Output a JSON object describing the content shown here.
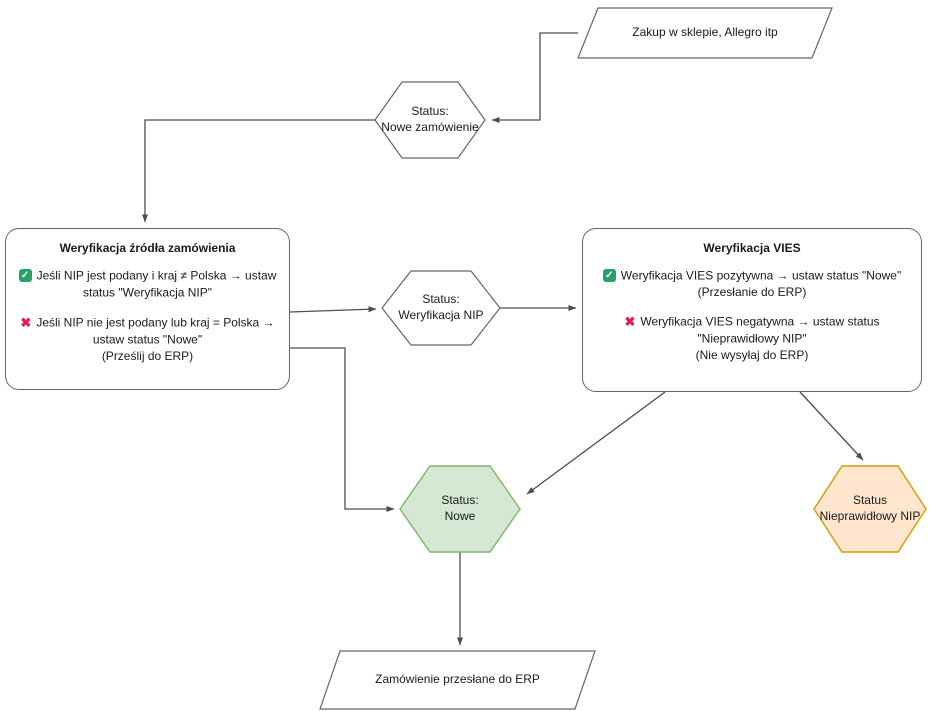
{
  "diagram": {
    "nodes": {
      "purchase": {
        "label": "Zakup w sklepie, Allegro itp"
      },
      "status_new_order": {
        "line1": "Status:",
        "line2": "Nowe zamówienie"
      },
      "source_verification": {
        "title": "Weryfikacja źródła zamówienia",
        "positive": "Jeśli NIP jest podany i kraj ≠ Polska → ustaw status \"Weryfikacja NIP\"",
        "negative": "Jeśli NIP nie jest podany lub kraj = Polska → ustaw status \"Nowe\"",
        "negative_note": "(Prześlij do ERP)"
      },
      "status_nip_verification": {
        "line1": "Status:",
        "line2": "Weryfikacja NIP"
      },
      "vies_verification": {
        "title": "Weryfikacja VIES",
        "positive": "Weryfikacja VIES pozytywna → ustaw status \"Nowe\"",
        "positive_note": "(Przesłanie do ERP)",
        "negative": "Weryfikacja VIES negatywna → ustaw status \"Nieprawidłowy NIP\"",
        "negative_note": "(Nie wysyłaj do ERP)"
      },
      "status_new": {
        "line1": "Status:",
        "line2": "Nowe"
      },
      "status_invalid_nip": {
        "line1": "Status",
        "line2": "Nieprawidłowy NIP"
      },
      "order_sent": {
        "label": "Zamówienie przesłane do ERP"
      }
    },
    "icons": {
      "check": "✓",
      "cross": "✖"
    },
    "colors": {
      "shape_border": "#666666",
      "arrow": "#4d4d4d",
      "green_fill": "#d5e8d4",
      "green_border": "#82b366",
      "orange_fill": "#ffe6cc",
      "orange_border": "#d79b00",
      "check_green": "#26a269",
      "cross_red": "#e01e5a"
    }
  }
}
